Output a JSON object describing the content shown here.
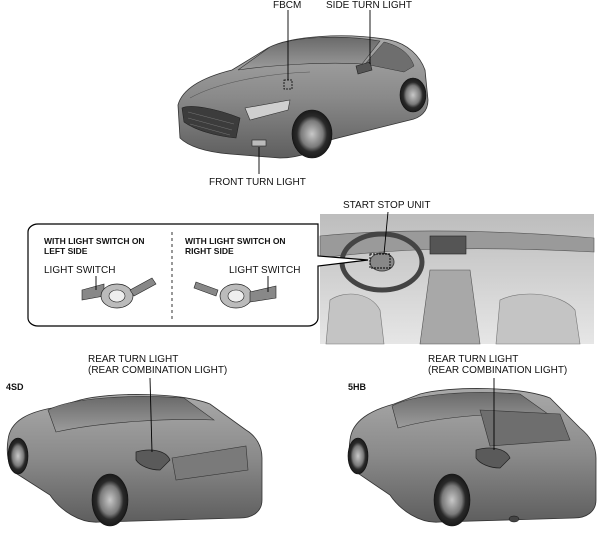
{
  "labels": {
    "fbcm": "FBCM",
    "side_turn_light": "SIDE TURN LIGHT",
    "front_turn_light": "FRONT TURN LIGHT",
    "start_stop_unit": "START STOP UNIT",
    "with_switch_left_line1": "WITH LIGHT SWITCH ON",
    "with_switch_left_line2": "LEFT SIDE",
    "with_switch_right_line1": "WITH LIGHT SWITCH ON",
    "with_switch_right_line2": "RIGHT SIDE",
    "light_switch_left": "LIGHT SWITCH",
    "light_switch_right": "LIGHT SWITCH",
    "rear_turn_light_line1_sd": "REAR TURN LIGHT",
    "rear_turn_light_line2_sd": "(REAR COMBINATION LIGHT)",
    "rear_turn_light_line1_hb": "REAR TURN LIGHT",
    "rear_turn_light_line2_hb": "(REAR COMBINATION LIGHT)",
    "variant_sd": "4SD",
    "variant_hb": "5HB"
  },
  "colors": {
    "car_body": "#8a8a8a",
    "car_dark": "#4a4a4a",
    "car_light": "#b5b5b5",
    "interior": "#d4d4d4",
    "line": "#000000"
  }
}
